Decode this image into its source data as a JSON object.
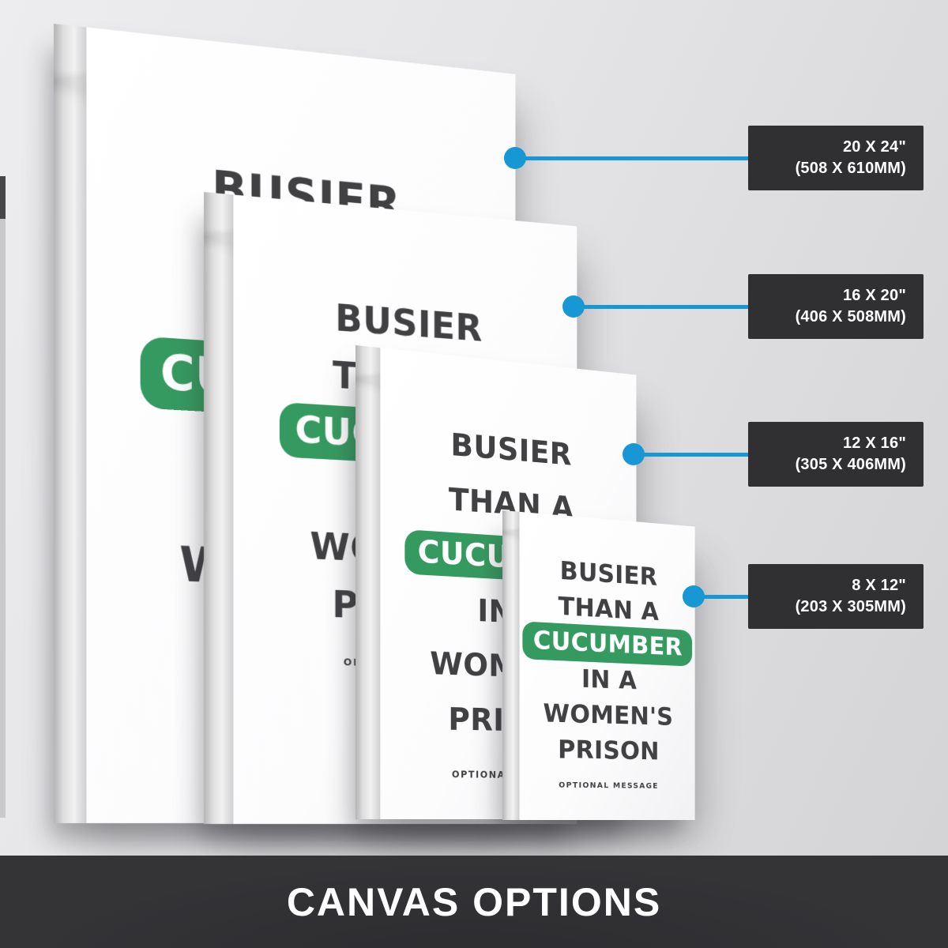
{
  "quote": {
    "lines": [
      "BUSIER",
      "THAN A",
      "CUCUMBER",
      "IN A",
      "WOMEN'S",
      "PRISON"
    ],
    "highlight_word": "CUCUMBER",
    "footer": "OPTIONAL MESSAGE"
  },
  "size_options": [
    {
      "inches": "20 X 24\"",
      "millimeters": "(508 X 610MM)"
    },
    {
      "inches": "16 X 20\"",
      "millimeters": "(406 X 508MM)"
    },
    {
      "inches": "12 X 16\"",
      "millimeters": "(305 X 406MM)"
    },
    {
      "inches": "8 X 12\"",
      "millimeters": "(203 X 305MM)"
    }
  ],
  "banner": {
    "title": "CANVAS OPTIONS"
  },
  "colors": {
    "accent_blue": "#1797d4",
    "highlight_green": "#359a5f",
    "label_box_bg": "#303033",
    "banner_bg": "#343437",
    "quote_text": "#414144"
  }
}
